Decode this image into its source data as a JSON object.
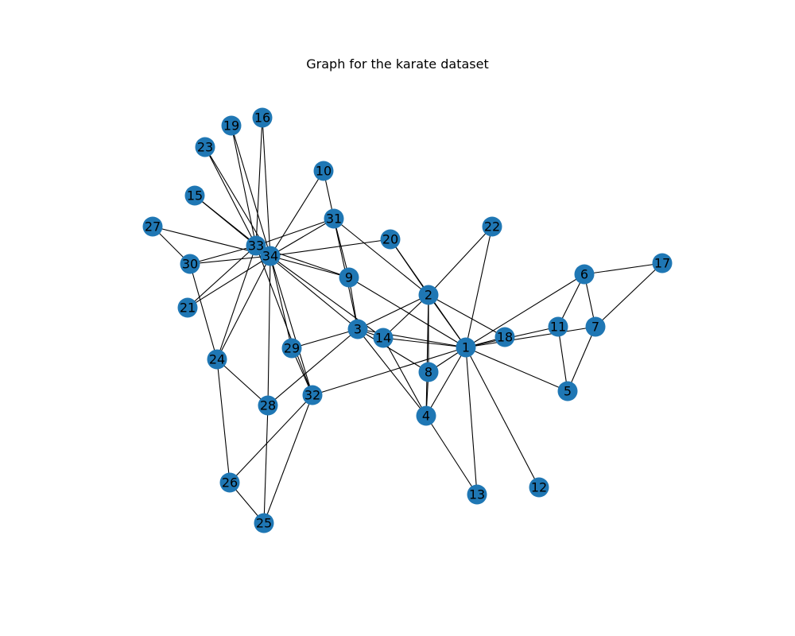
{
  "title": "Graph for the karate dataset",
  "colors": {
    "node_fill": "#1f77b4",
    "edge": "#000000",
    "label": "#000000",
    "background": "#ffffff"
  },
  "nodes": [
    "1",
    "2",
    "3",
    "4",
    "5",
    "6",
    "7",
    "8",
    "9",
    "10",
    "11",
    "12",
    "13",
    "14",
    "15",
    "16",
    "17",
    "18",
    "19",
    "20",
    "21",
    "22",
    "23",
    "24",
    "25",
    "26",
    "27",
    "28",
    "29",
    "30",
    "31",
    "32",
    "33",
    "34"
  ],
  "edges": [
    [
      "1",
      "2"
    ],
    [
      "1",
      "3"
    ],
    [
      "1",
      "4"
    ],
    [
      "1",
      "5"
    ],
    [
      "1",
      "6"
    ],
    [
      "1",
      "7"
    ],
    [
      "1",
      "8"
    ],
    [
      "1",
      "9"
    ],
    [
      "1",
      "11"
    ],
    [
      "1",
      "12"
    ],
    [
      "1",
      "13"
    ],
    [
      "1",
      "14"
    ],
    [
      "1",
      "18"
    ],
    [
      "1",
      "20"
    ],
    [
      "1",
      "22"
    ],
    [
      "1",
      "32"
    ],
    [
      "2",
      "3"
    ],
    [
      "2",
      "4"
    ],
    [
      "2",
      "8"
    ],
    [
      "2",
      "14"
    ],
    [
      "2",
      "18"
    ],
    [
      "2",
      "20"
    ],
    [
      "2",
      "22"
    ],
    [
      "2",
      "31"
    ],
    [
      "3",
      "4"
    ],
    [
      "3",
      "8"
    ],
    [
      "3",
      "9"
    ],
    [
      "3",
      "10"
    ],
    [
      "3",
      "14"
    ],
    [
      "3",
      "28"
    ],
    [
      "3",
      "29"
    ],
    [
      "3",
      "33"
    ],
    [
      "4",
      "8"
    ],
    [
      "4",
      "13"
    ],
    [
      "4",
      "14"
    ],
    [
      "5",
      "7"
    ],
    [
      "5",
      "11"
    ],
    [
      "6",
      "7"
    ],
    [
      "6",
      "11"
    ],
    [
      "6",
      "17"
    ],
    [
      "7",
      "17"
    ],
    [
      "9",
      "31"
    ],
    [
      "9",
      "33"
    ],
    [
      "9",
      "34"
    ],
    [
      "10",
      "34"
    ],
    [
      "14",
      "34"
    ],
    [
      "15",
      "33"
    ],
    [
      "15",
      "34"
    ],
    [
      "16",
      "33"
    ],
    [
      "16",
      "34"
    ],
    [
      "19",
      "33"
    ],
    [
      "19",
      "34"
    ],
    [
      "20",
      "34"
    ],
    [
      "21",
      "33"
    ],
    [
      "21",
      "34"
    ],
    [
      "23",
      "33"
    ],
    [
      "23",
      "34"
    ],
    [
      "24",
      "26"
    ],
    [
      "24",
      "28"
    ],
    [
      "24",
      "30"
    ],
    [
      "24",
      "33"
    ],
    [
      "24",
      "34"
    ],
    [
      "25",
      "26"
    ],
    [
      "25",
      "28"
    ],
    [
      "25",
      "32"
    ],
    [
      "26",
      "32"
    ],
    [
      "27",
      "30"
    ],
    [
      "27",
      "34"
    ],
    [
      "28",
      "34"
    ],
    [
      "29",
      "32"
    ],
    [
      "29",
      "34"
    ],
    [
      "30",
      "33"
    ],
    [
      "30",
      "34"
    ],
    [
      "31",
      "33"
    ],
    [
      "31",
      "34"
    ],
    [
      "32",
      "33"
    ],
    [
      "32",
      "34"
    ],
    [
      "33",
      "34"
    ]
  ]
}
